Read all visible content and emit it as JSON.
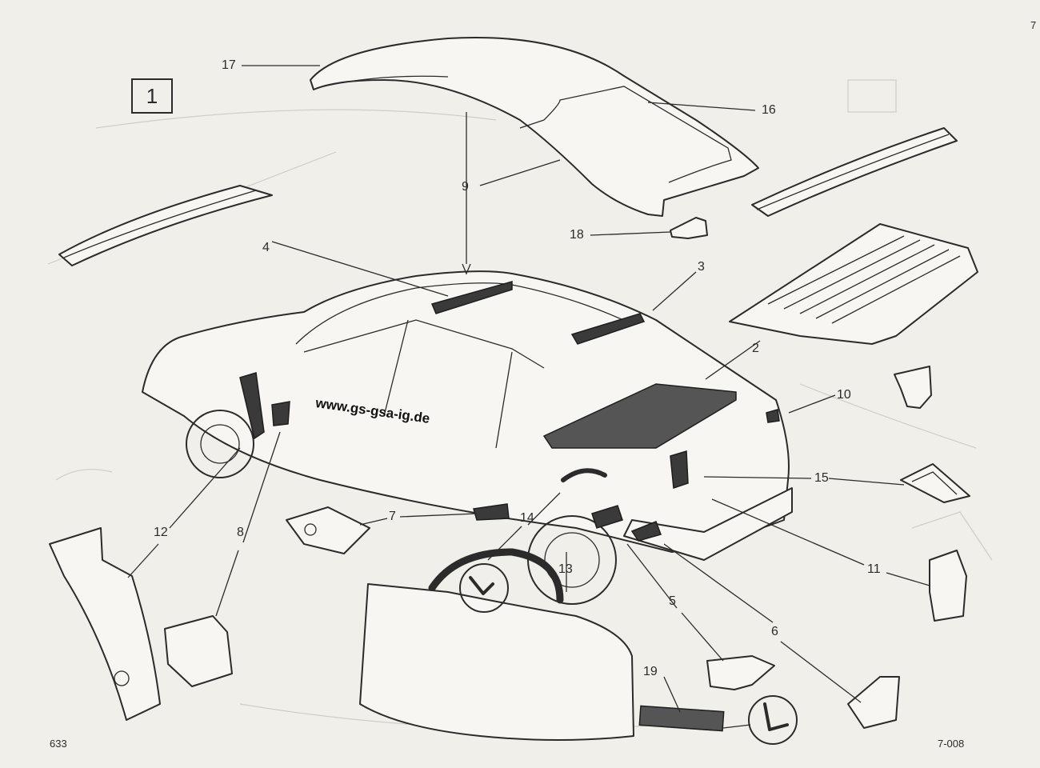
{
  "page_number_top": "7",
  "group_label": "1",
  "watermark": "www.gs-gsa-ig.de",
  "footer_left": "633",
  "footer_right": "7-008",
  "callouts": {
    "n1": "17",
    "n2": "16",
    "n3": "9",
    "n4": "18",
    "n5": "4",
    "n6": "3",
    "n7": "2",
    "n8": "10",
    "n9": "15",
    "n10": "11",
    "n11": "12",
    "n12": "8",
    "n13": "7",
    "n14": "14",
    "n15": "13",
    "n16": "5",
    "n17": "6",
    "n18": "19"
  }
}
